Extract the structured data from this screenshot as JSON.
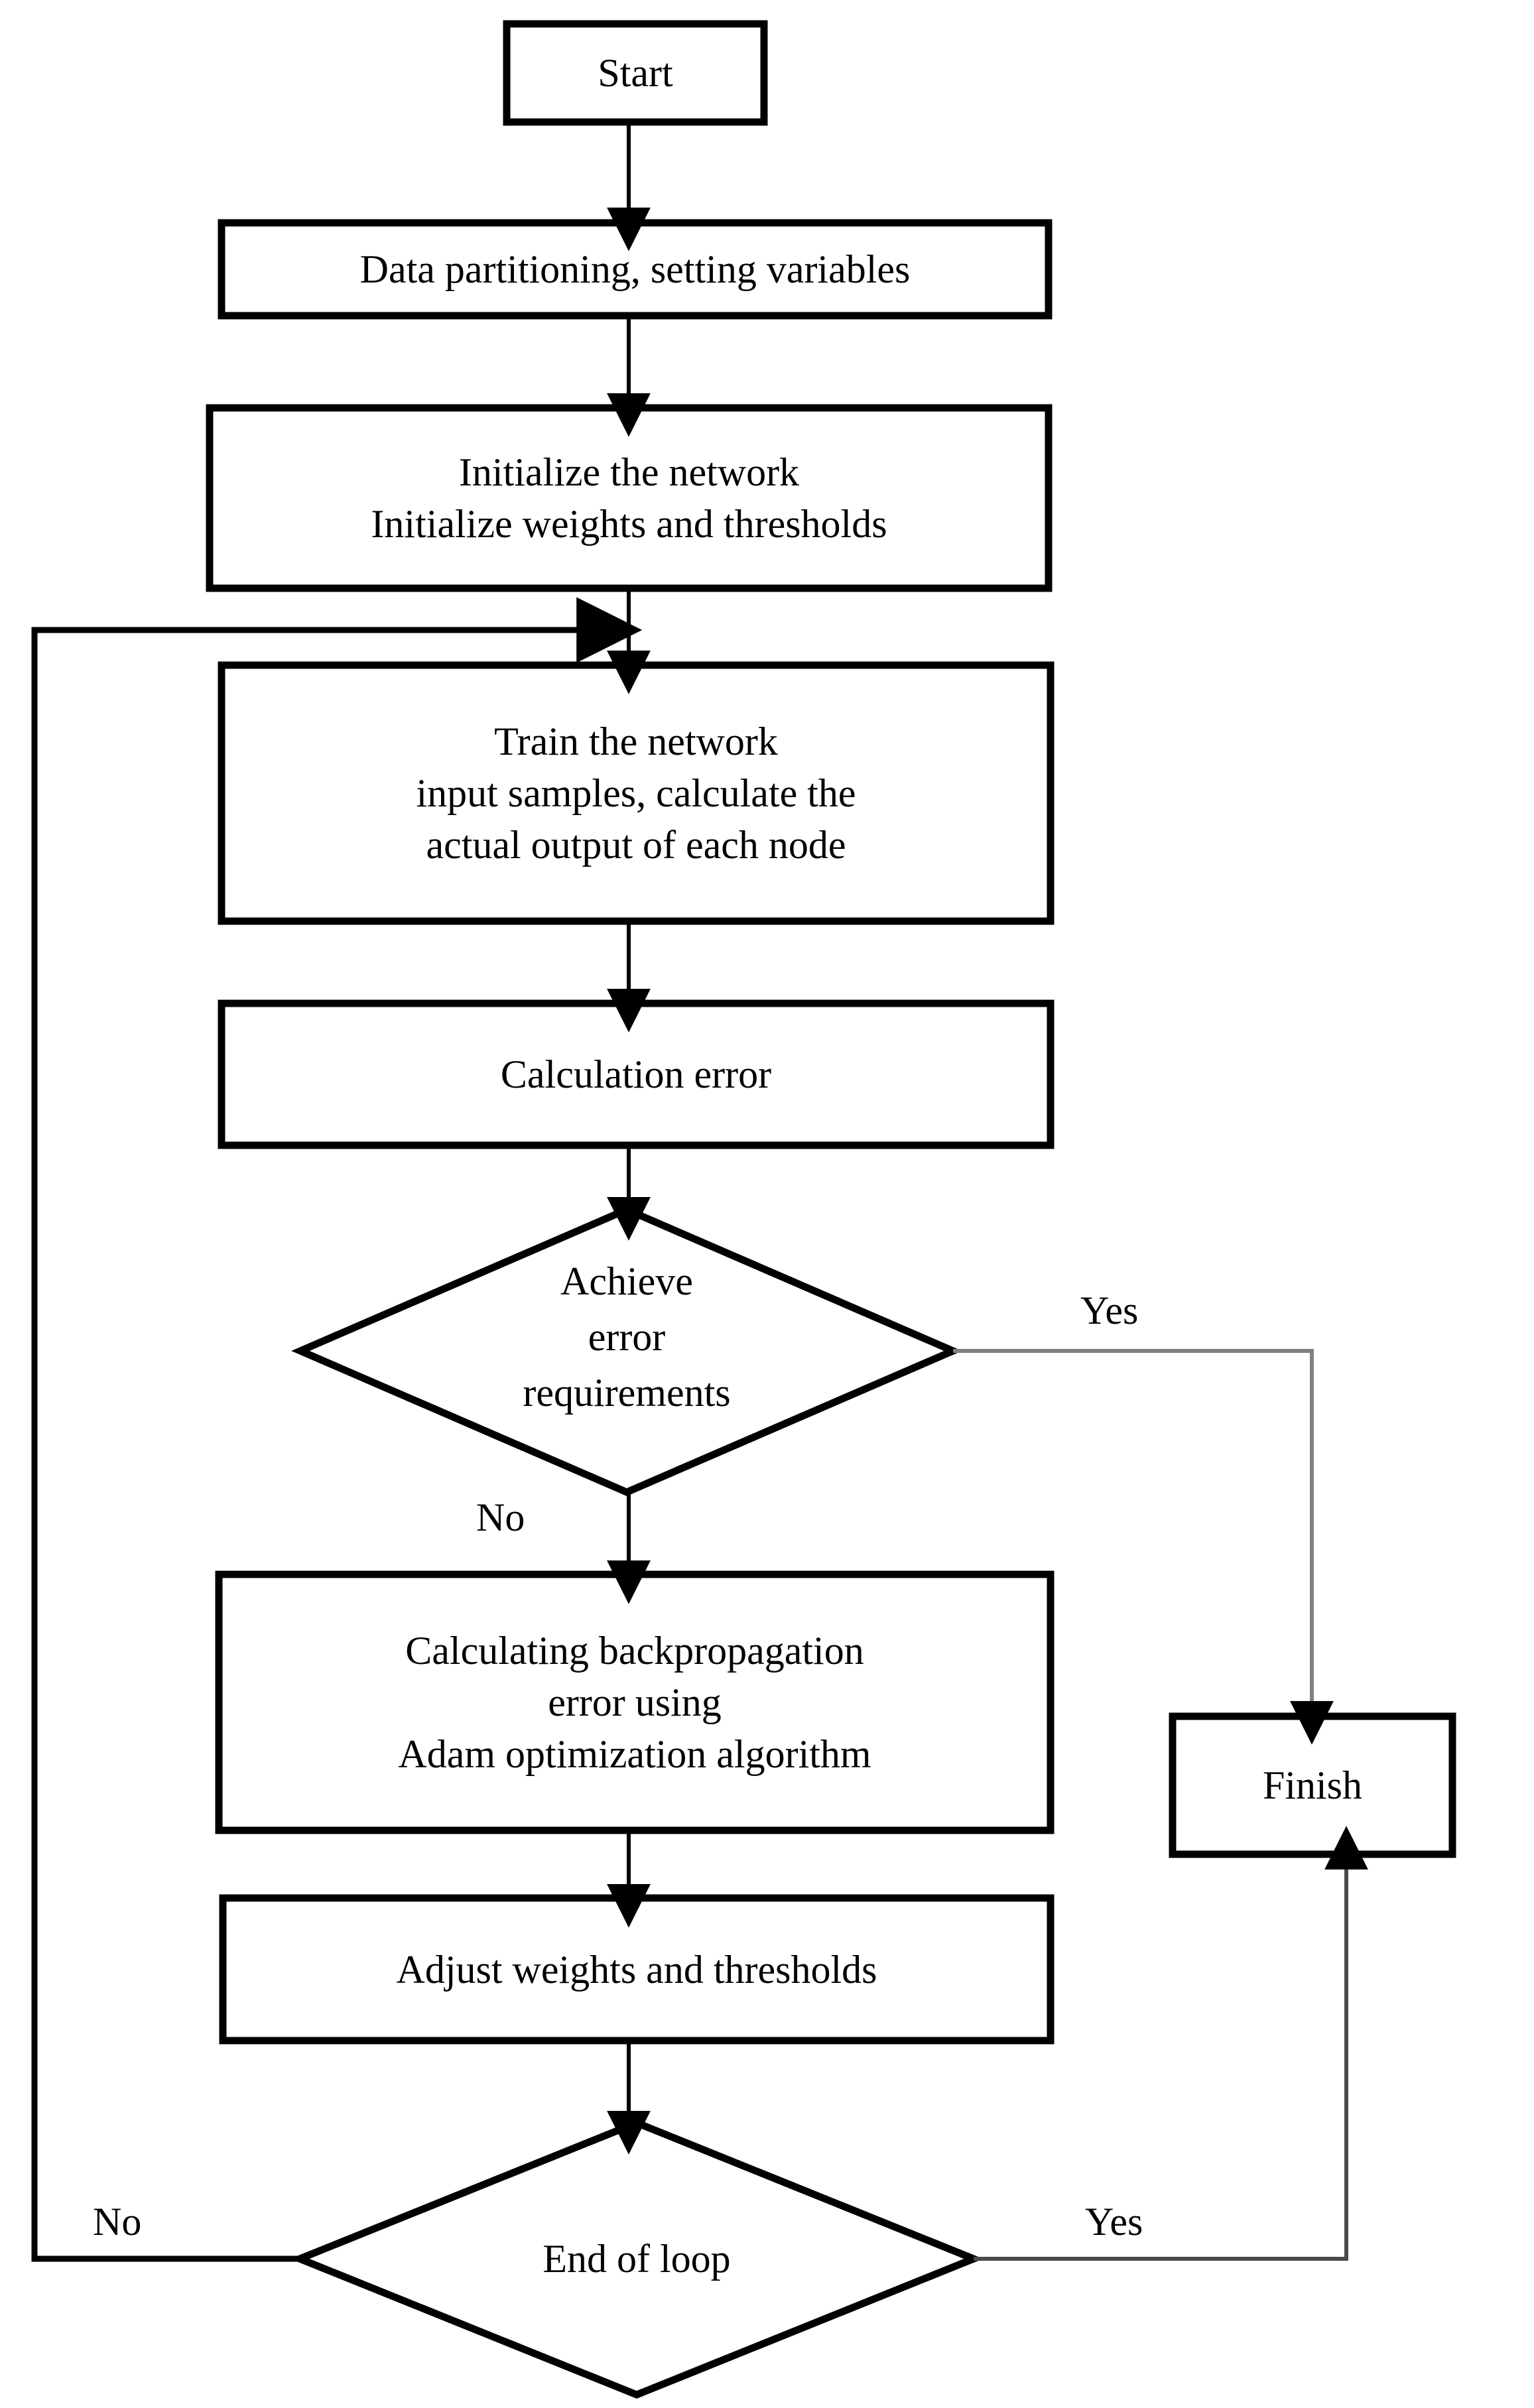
{
  "diagram": {
    "type": "flowchart",
    "title": "Neural network training flowchart",
    "colors": {
      "stroke": "#000000",
      "fill": "#ffffff",
      "text": "#000000",
      "thin_connector": "#808080"
    },
    "nodes": [
      {
        "id": "start",
        "shape": "rectangle",
        "lines": [
          "Start"
        ]
      },
      {
        "id": "data-partitioning",
        "shape": "rectangle",
        "lines": [
          "Data partitioning, setting variables"
        ]
      },
      {
        "id": "initialize",
        "shape": "rectangle",
        "lines": [
          "Initialize the network",
          "Initialize weights and thresholds"
        ]
      },
      {
        "id": "train",
        "shape": "rectangle",
        "lines": [
          "Train the network",
          "input samples, calculate the",
          "actual output of each node"
        ]
      },
      {
        "id": "calculation-error",
        "shape": "rectangle",
        "lines": [
          "Calculation error"
        ]
      },
      {
        "id": "achieve-error-requirements",
        "shape": "diamond",
        "lines": [
          "Achieve",
          "error",
          "requirements"
        ]
      },
      {
        "id": "backpropagation",
        "shape": "rectangle",
        "lines": [
          "Calculating backpropagation",
          "error using",
          "Adam optimization algorithm"
        ]
      },
      {
        "id": "adjust-weights",
        "shape": "rectangle",
        "lines": [
          "Adjust weights and thresholds"
        ]
      },
      {
        "id": "end-of-loop",
        "shape": "diamond",
        "lines": [
          "End of loop"
        ]
      },
      {
        "id": "finish",
        "shape": "rectangle",
        "lines": [
          "Finish"
        ]
      }
    ],
    "edge_labels": {
      "achieve_yes": "Yes",
      "achieve_no": "No",
      "loop_no": "No",
      "loop_yes": "Yes"
    },
    "edges": [
      {
        "from": "start",
        "to": "data-partitioning",
        "label": ""
      },
      {
        "from": "data-partitioning",
        "to": "initialize",
        "label": ""
      },
      {
        "from": "initialize",
        "to": "train",
        "label": ""
      },
      {
        "from": "train",
        "to": "calculation-error",
        "label": ""
      },
      {
        "from": "calculation-error",
        "to": "achieve-error-requirements",
        "label": ""
      },
      {
        "from": "achieve-error-requirements",
        "to": "finish",
        "label": "Yes"
      },
      {
        "from": "achieve-error-requirements",
        "to": "backpropagation",
        "label": "No"
      },
      {
        "from": "backpropagation",
        "to": "adjust-weights",
        "label": ""
      },
      {
        "from": "adjust-weights",
        "to": "end-of-loop",
        "label": ""
      },
      {
        "from": "end-of-loop",
        "to": "train",
        "label": "No"
      },
      {
        "from": "end-of-loop",
        "to": "finish",
        "label": "Yes"
      }
    ]
  }
}
